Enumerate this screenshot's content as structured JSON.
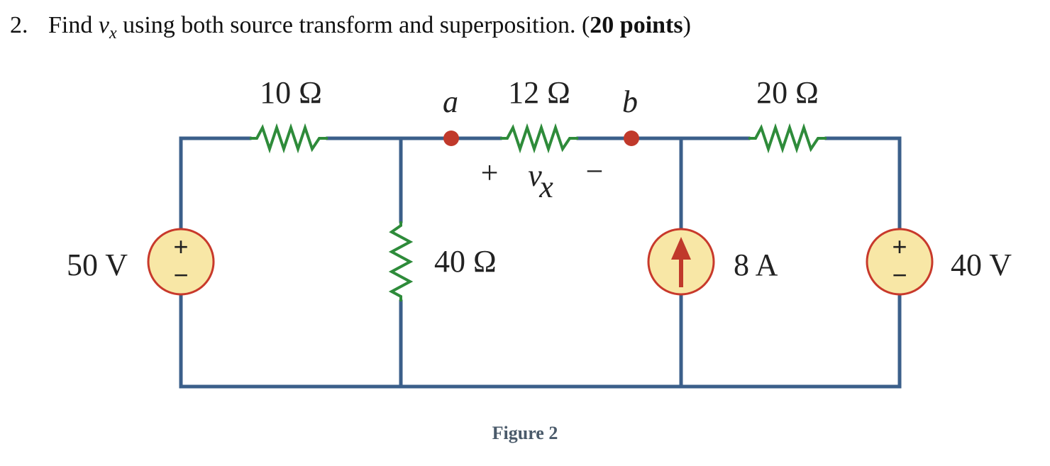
{
  "question": {
    "number": "2.",
    "text_before": "Find ",
    "variable": "v",
    "variable_sub": "x",
    "text_after": " using both source transform and superposition. (",
    "points": "20 points",
    "close": ")"
  },
  "circuit": {
    "r1": "10 Ω",
    "r2": "12 Ω",
    "r3": "20 Ω",
    "r4": "40 Ω",
    "node_a": "a",
    "node_b": "b",
    "vx_plus": "+",
    "vx_var": "v",
    "vx_sub": "x",
    "vx_minus": "−",
    "v_source_left": "50 V",
    "i_source": "8 A",
    "v_source_right": "40 V",
    "source_plus": "+",
    "source_minus": "−"
  },
  "colors": {
    "wire": "#3b5f8a",
    "resistor": "#2e8b3a",
    "node": "#c0392b",
    "source_fill": "#f8e7a6",
    "source_border": "#c8392b",
    "arrow": "#c0392b"
  },
  "caption": "Figure 2"
}
